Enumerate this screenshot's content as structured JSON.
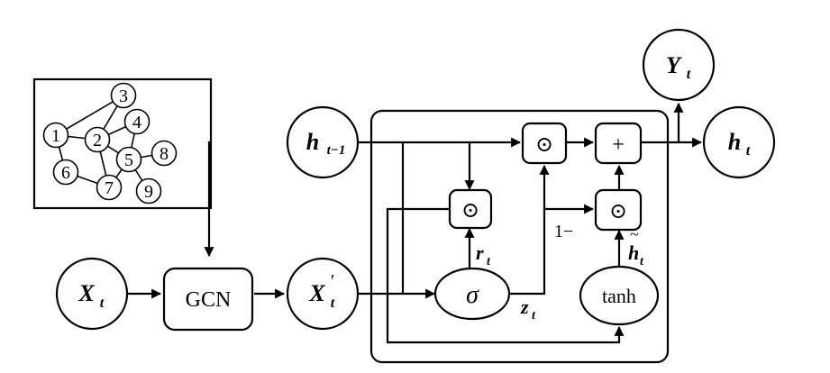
{
  "graph": {
    "nodes": [
      "1",
      "2",
      "3",
      "4",
      "5",
      "6",
      "7",
      "8",
      "9"
    ]
  },
  "labels": {
    "x_t": "X",
    "x_t_sub": "t",
    "gcn": "GCN",
    "x_prime": "X",
    "x_prime_sub": "t",
    "x_prime_sup": "′",
    "h_prev": "h",
    "h_prev_sub": "t−1",
    "h_t": "h",
    "h_t_sub": "t",
    "y_t": "Y",
    "y_t_sub": "t",
    "sigma": "σ",
    "tanh": "tanh",
    "odot": "⊙",
    "plus": "+",
    "one_minus": "1−",
    "r_t": "r",
    "r_t_sub": "t",
    "z_t": "z",
    "z_t_sub": "t",
    "h_tilde": "h",
    "h_tilde_sub": "t",
    "tilde": "~"
  }
}
